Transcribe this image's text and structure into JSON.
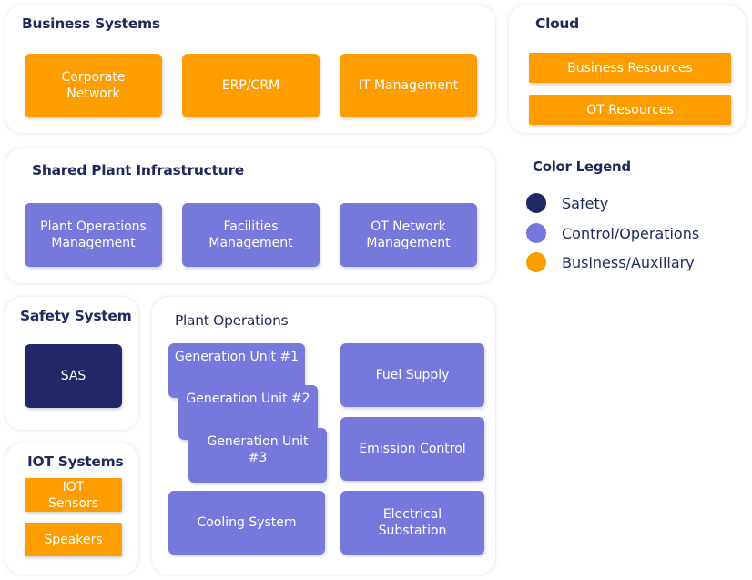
{
  "business_systems": {
    "title": "Business Systems",
    "items": [
      "Corporate\nNetwork",
      "ERP/CRM",
      "IT Management"
    ]
  },
  "cloud": {
    "title": "Cloud",
    "items": [
      "Business Resources",
      "OT Resources"
    ]
  },
  "shared_plant": {
    "title": "Shared Plant Infrastructure",
    "items": [
      "Plant Operations\nManagement",
      "Facilities\nManagement",
      "OT Network\nManagement"
    ]
  },
  "safety_system": {
    "title": "Safety System",
    "items": [
      "SAS"
    ]
  },
  "iot_systems": {
    "title": "IOT Systems",
    "items": [
      "IOT\nSensors",
      "Speakers"
    ]
  },
  "plant_operations": {
    "title": "Plant Operations",
    "generation_units": [
      "Generation Unit #1",
      "Generation Unit #2",
      "Generation Unit\n#3"
    ],
    "items": [
      "Fuel Supply",
      "Emission Control",
      "Cooling System",
      "Electrical\nSubstation"
    ]
  },
  "legend": {
    "title": "Color Legend",
    "items": [
      {
        "label": "Safety",
        "color": "#222768"
      },
      {
        "label": "Control/Operations",
        "color": "#7778db"
      },
      {
        "label": "Business/Auxiliary",
        "color": "#fd9d00"
      }
    ]
  },
  "colors": {
    "business": "#fd9d00",
    "control": "#7778db",
    "safety": "#222768",
    "title_text": "#1f2a5c"
  }
}
